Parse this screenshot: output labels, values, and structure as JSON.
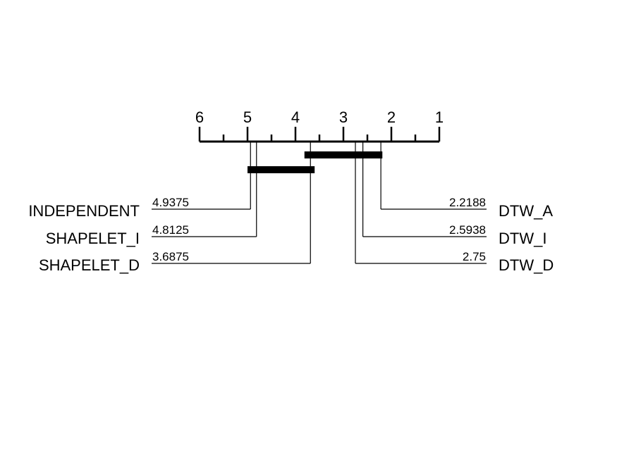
{
  "chart_data": {
    "type": "critical-difference-diagram",
    "axis": {
      "ticks": [
        6,
        5,
        4,
        3,
        2,
        1
      ],
      "range": [
        6,
        1
      ],
      "reversed": true
    },
    "methods_left": [
      {
        "name": "INDEPENDENT",
        "rank": 4.9375,
        "rank_label": "4.9375"
      },
      {
        "name": "SHAPELET_I",
        "rank": 4.8125,
        "rank_label": "4.8125"
      },
      {
        "name": "SHAPELET_D",
        "rank": 3.6875,
        "rank_label": "3.6875"
      }
    ],
    "methods_right": [
      {
        "name": "DTW_A",
        "rank": 2.2188,
        "rank_label": "2.2188"
      },
      {
        "name": "DTW_I",
        "rank": 2.5938,
        "rank_label": "2.5938"
      },
      {
        "name": "DTW_D",
        "rank": 2.75,
        "rank_label": "2.75"
      }
    ],
    "cliques": [
      {
        "from": 3.8125,
        "to": 2.1875
      },
      {
        "from": 5.0,
        "to": 3.6
      }
    ]
  }
}
